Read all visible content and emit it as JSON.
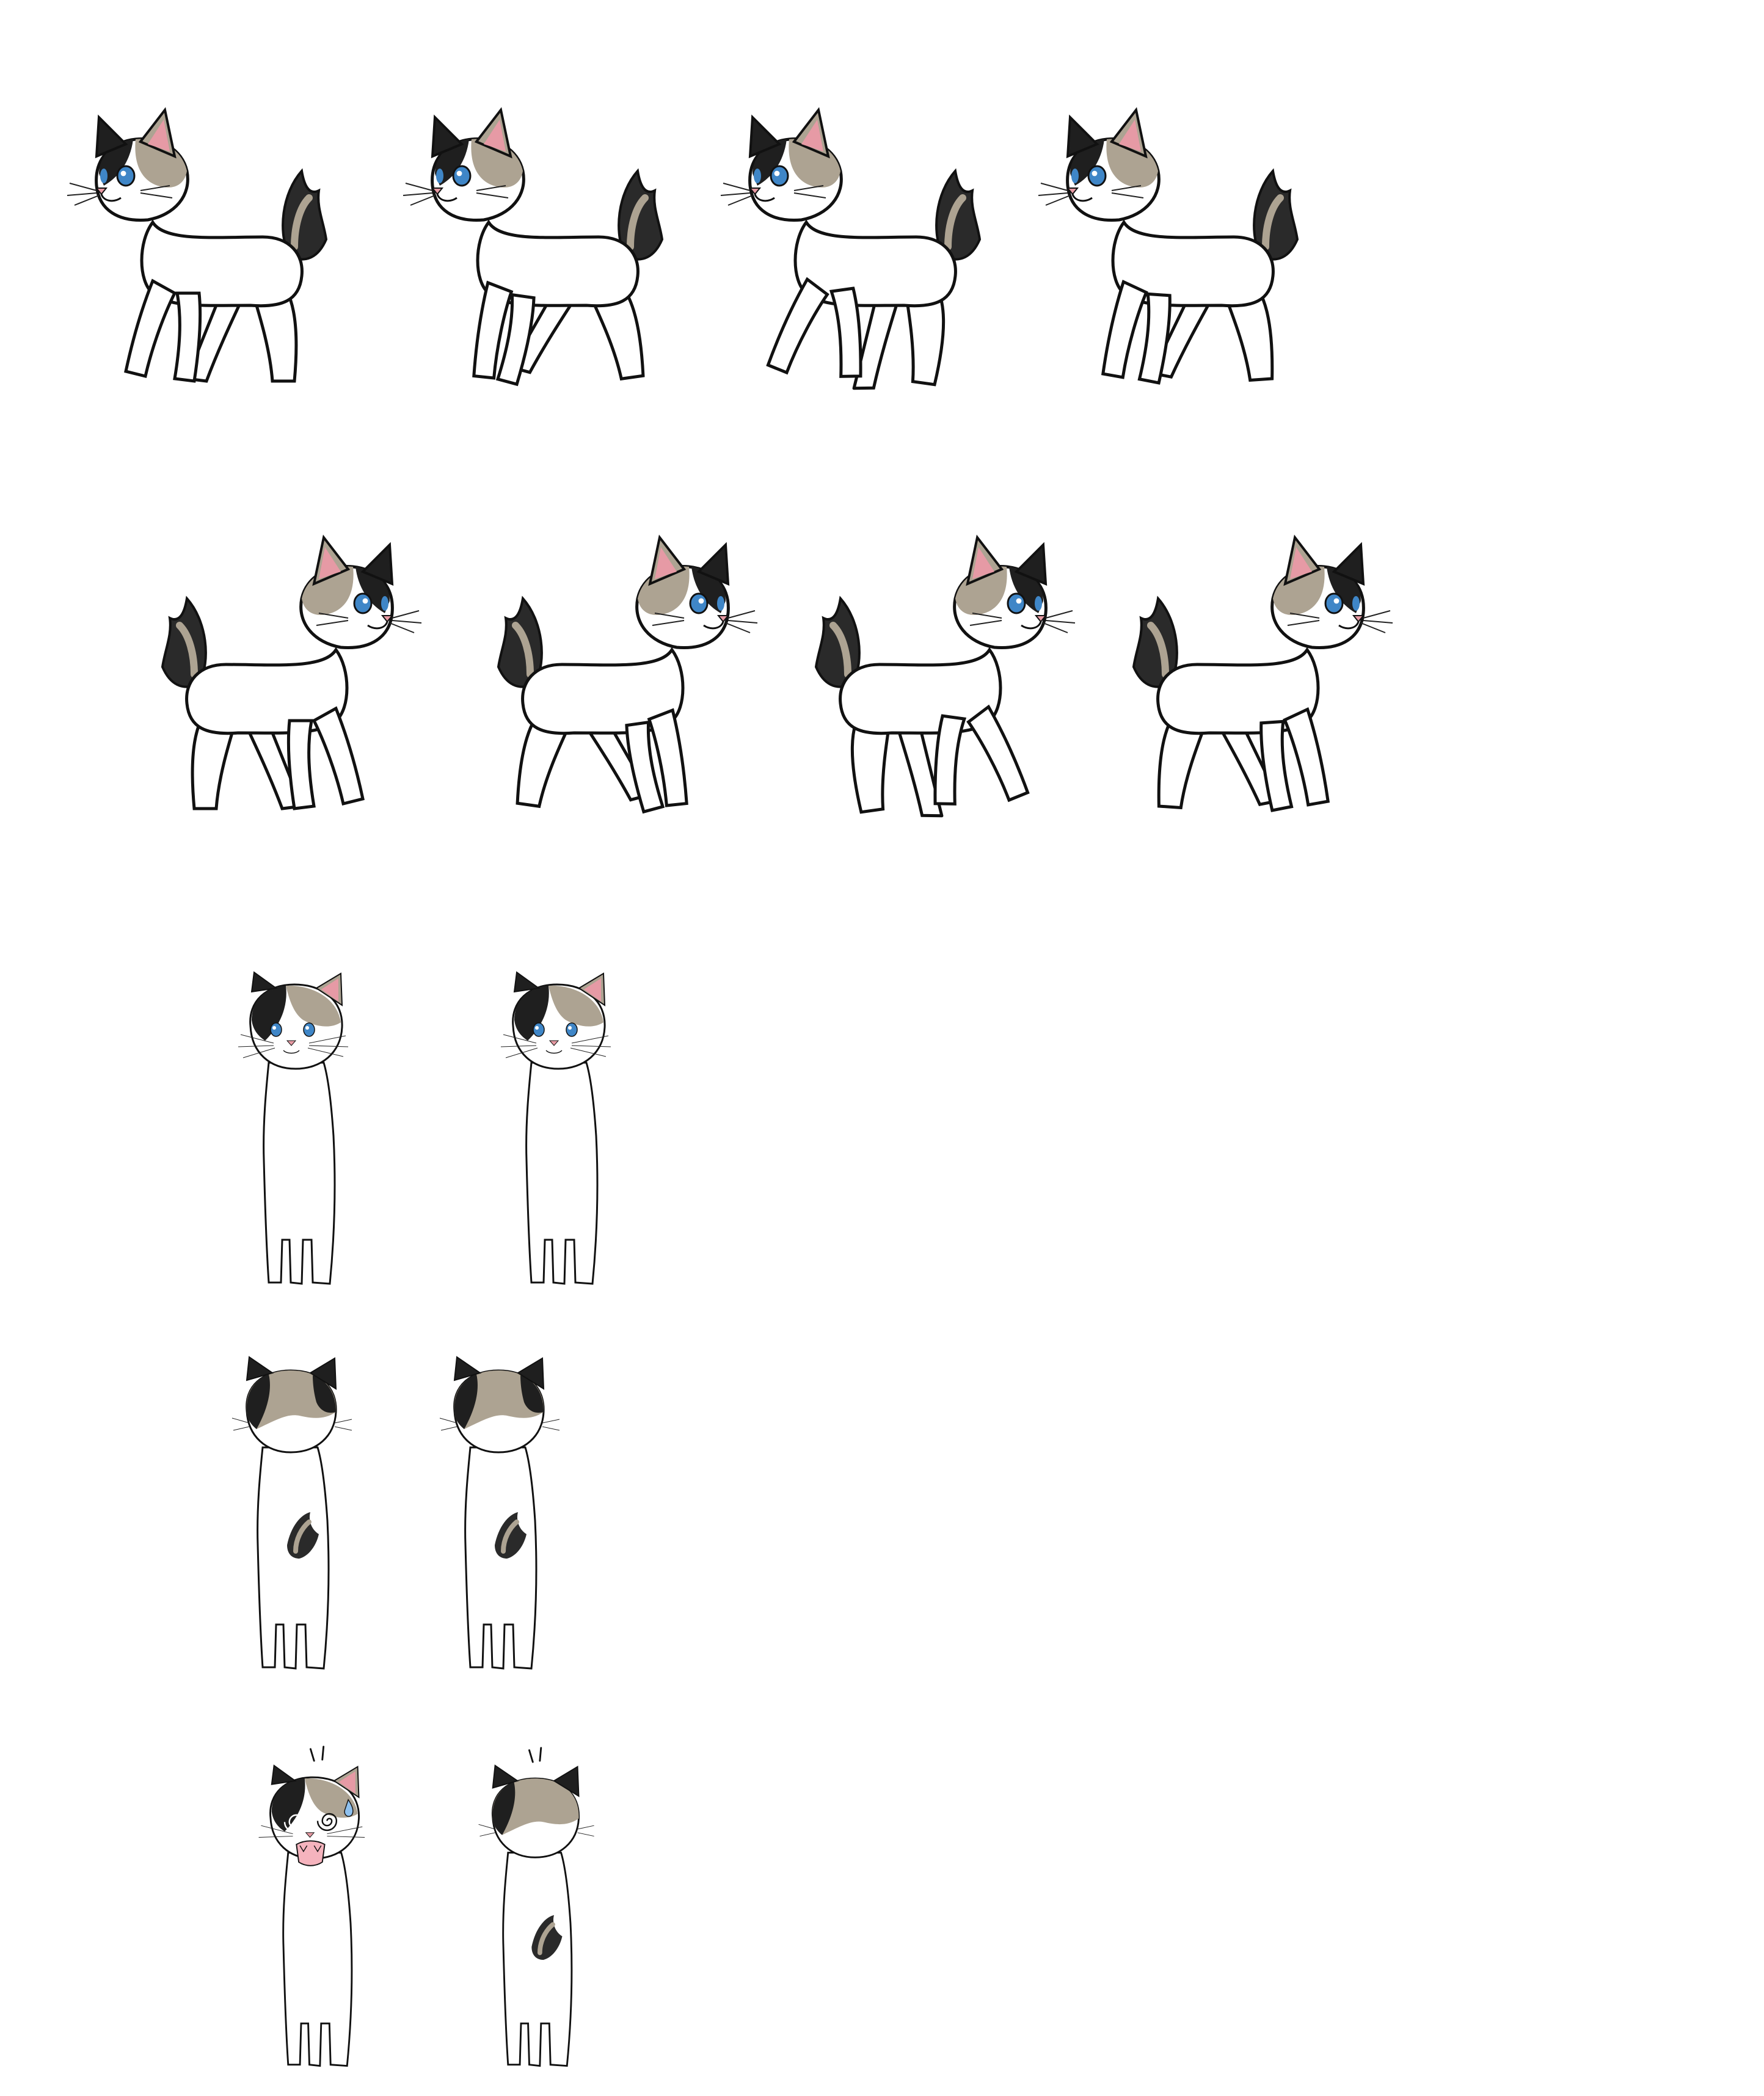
{
  "sprite_sheet": {
    "background_color": "#ffffff",
    "palette": {
      "fur": "#ffffff",
      "outline": "#111111",
      "patch_tan": "#ada392",
      "patch_black": "#1f1f1f",
      "inner_ear": "#e69aa5",
      "eye": "#3f86c7",
      "nose": "#e79aa3",
      "mouth_open": "#f5b3bd",
      "sweat_drop": "#8fc1ee"
    },
    "rows": [
      {
        "id": "walk-left",
        "pose": "side",
        "facing": "left",
        "frames": 4
      },
      {
        "id": "walk-right",
        "pose": "side",
        "facing": "right",
        "frames": 4
      },
      {
        "id": "front",
        "pose": "front",
        "frames": 2
      },
      {
        "id": "back",
        "pose": "back",
        "frames": 2
      },
      {
        "id": "hurt",
        "pose": "hurt",
        "frames": 2
      }
    ]
  }
}
